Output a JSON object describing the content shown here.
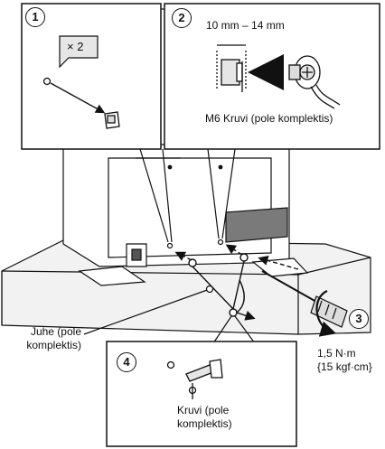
{
  "steps": [
    "1",
    "2",
    "3",
    "4"
  ],
  "quantity_badge": "× 2",
  "screw_size_range": "10 mm – 14 mm",
  "m6_screw_label": "M6 Kruvi (pole komplektis)",
  "joint_label": [
    "Juhe (pole",
    "komplektis)"
  ],
  "torque_label": [
    "1,5 N·m",
    "{15 kgf·cm}"
  ],
  "screw_label": [
    "Kruvi (pole",
    "komplektis)"
  ],
  "colors": {
    "line": "#111111",
    "panel_gray": "#e6e6e6",
    "panel_dark": "#7a7a7a",
    "table": "#f2f2f2"
  },
  "icons": [
    "screw-icon",
    "wall-anchor-icon",
    "rotation-arrow-icon",
    "screwdriver-icon"
  ]
}
